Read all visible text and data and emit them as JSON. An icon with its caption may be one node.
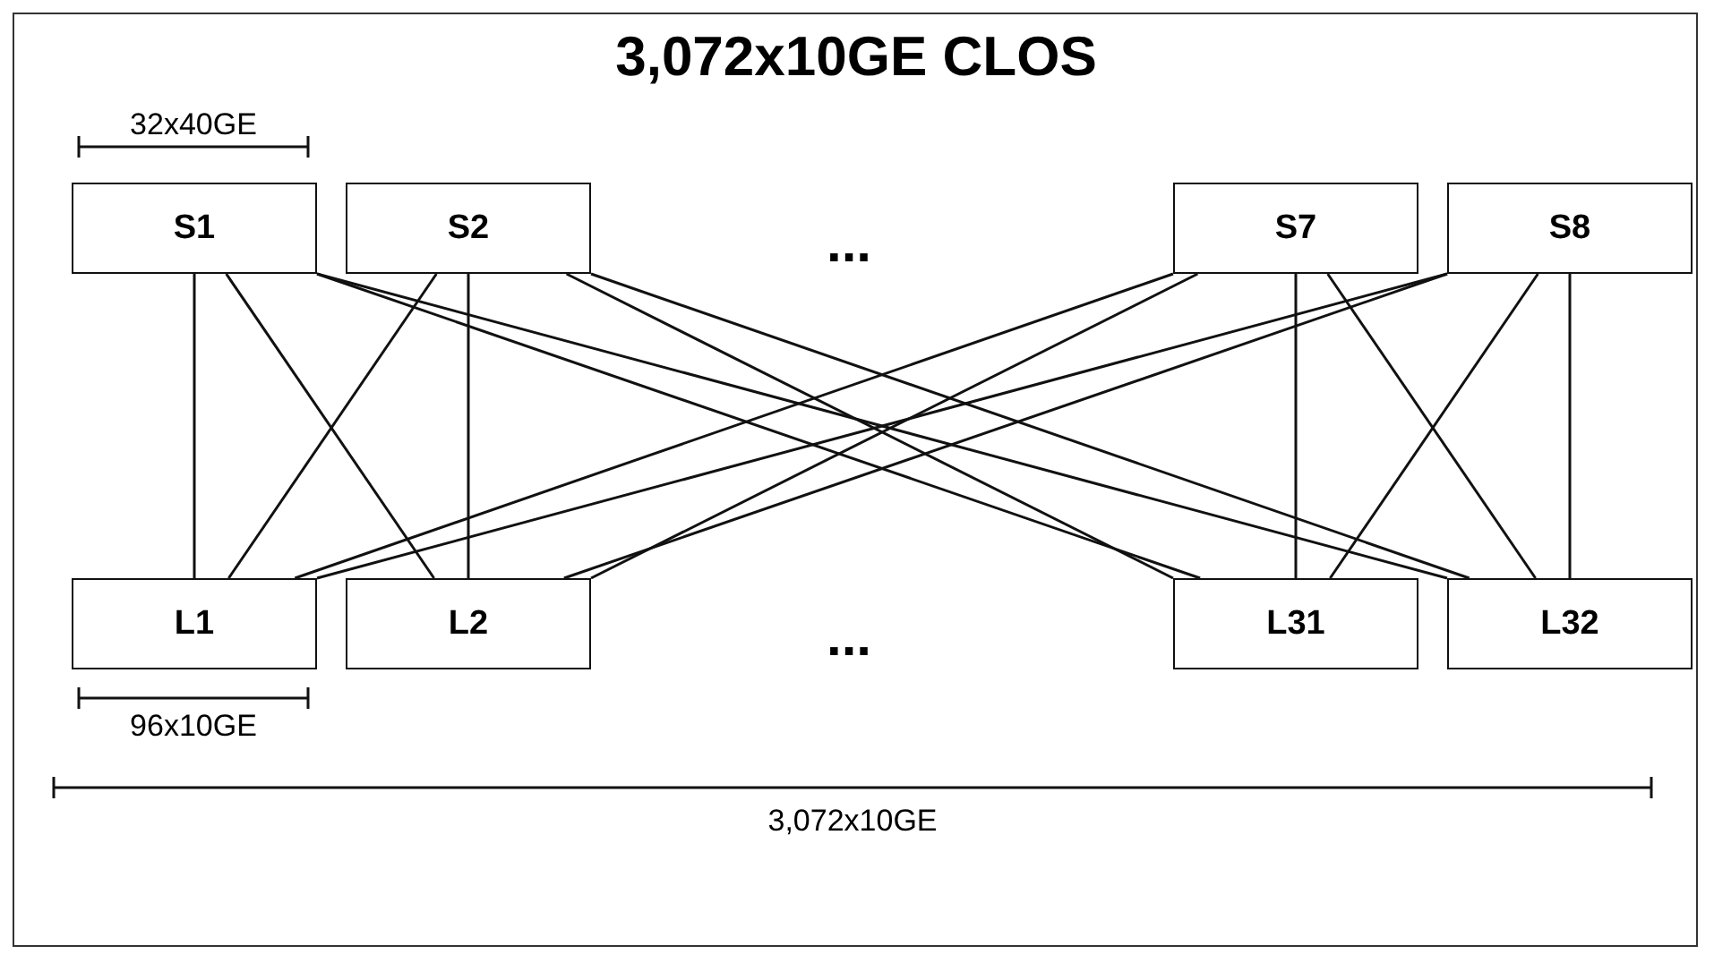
{
  "diagram": {
    "title": "3,072x10GE CLOS",
    "nodes": [
      {
        "text": [
          "S1"
        ]
      },
      {
        "text": [
          "S2"
        ]
      },
      {
        "text": [
          "S7"
        ]
      },
      {
        "text": [
          "S8"
        ]
      },
      {
        "text": [
          "L1"
        ]
      },
      {
        "text": [
          "L2"
        ]
      },
      {
        "text": [
          "L31"
        ]
      },
      {
        "text": [
          "L32"
        ]
      }
    ],
    "edges": [
      {
        "from": 0,
        "to": 4,
        "arrow": "none"
      },
      {
        "from": 0,
        "to": 5,
        "arrow": "none"
      },
      {
        "from": 0,
        "to": 6,
        "arrow": "none"
      },
      {
        "from": 0,
        "to": 7,
        "arrow": "none"
      },
      {
        "from": 1,
        "to": 4,
        "arrow": "none"
      },
      {
        "from": 1,
        "to": 5,
        "arrow": "none"
      },
      {
        "from": 1,
        "to": 6,
        "arrow": "none"
      },
      {
        "from": 1,
        "to": 7,
        "arrow": "none"
      },
      {
        "from": 2,
        "to": 4,
        "arrow": "none"
      },
      {
        "from": 2,
        "to": 5,
        "arrow": "none"
      },
      {
        "from": 2,
        "to": 6,
        "arrow": "none"
      },
      {
        "from": 2,
        "to": 7,
        "arrow": "none"
      },
      {
        "from": 3,
        "to": 4,
        "arrow": "none"
      },
      {
        "from": 3,
        "to": 5,
        "arrow": "none"
      },
      {
        "from": 3,
        "to": 6,
        "arrow": "none"
      },
      {
        "from": 3,
        "to": 7,
        "arrow": "none"
      }
    ],
    "labels": [
      "32x40GE",
      "...",
      "...",
      "96x10GE",
      "3,072x10GE"
    ]
  }
}
